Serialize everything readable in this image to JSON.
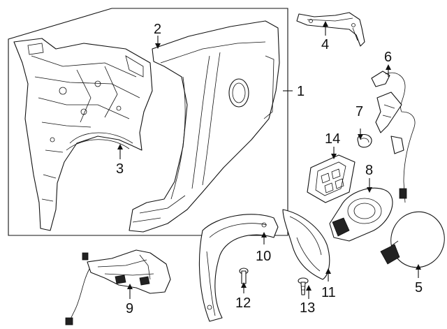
{
  "callouts": {
    "c1": "1",
    "c2": "2",
    "c3": "3",
    "c4": "4",
    "c5": "5",
    "c6": "6",
    "c7": "7",
    "c8": "8",
    "c9": "9",
    "c10": "10",
    "c11": "11",
    "c12": "12",
    "c13": "13",
    "c14": "14"
  },
  "colors": {
    "line": "#111111",
    "background": "#ffffff"
  }
}
